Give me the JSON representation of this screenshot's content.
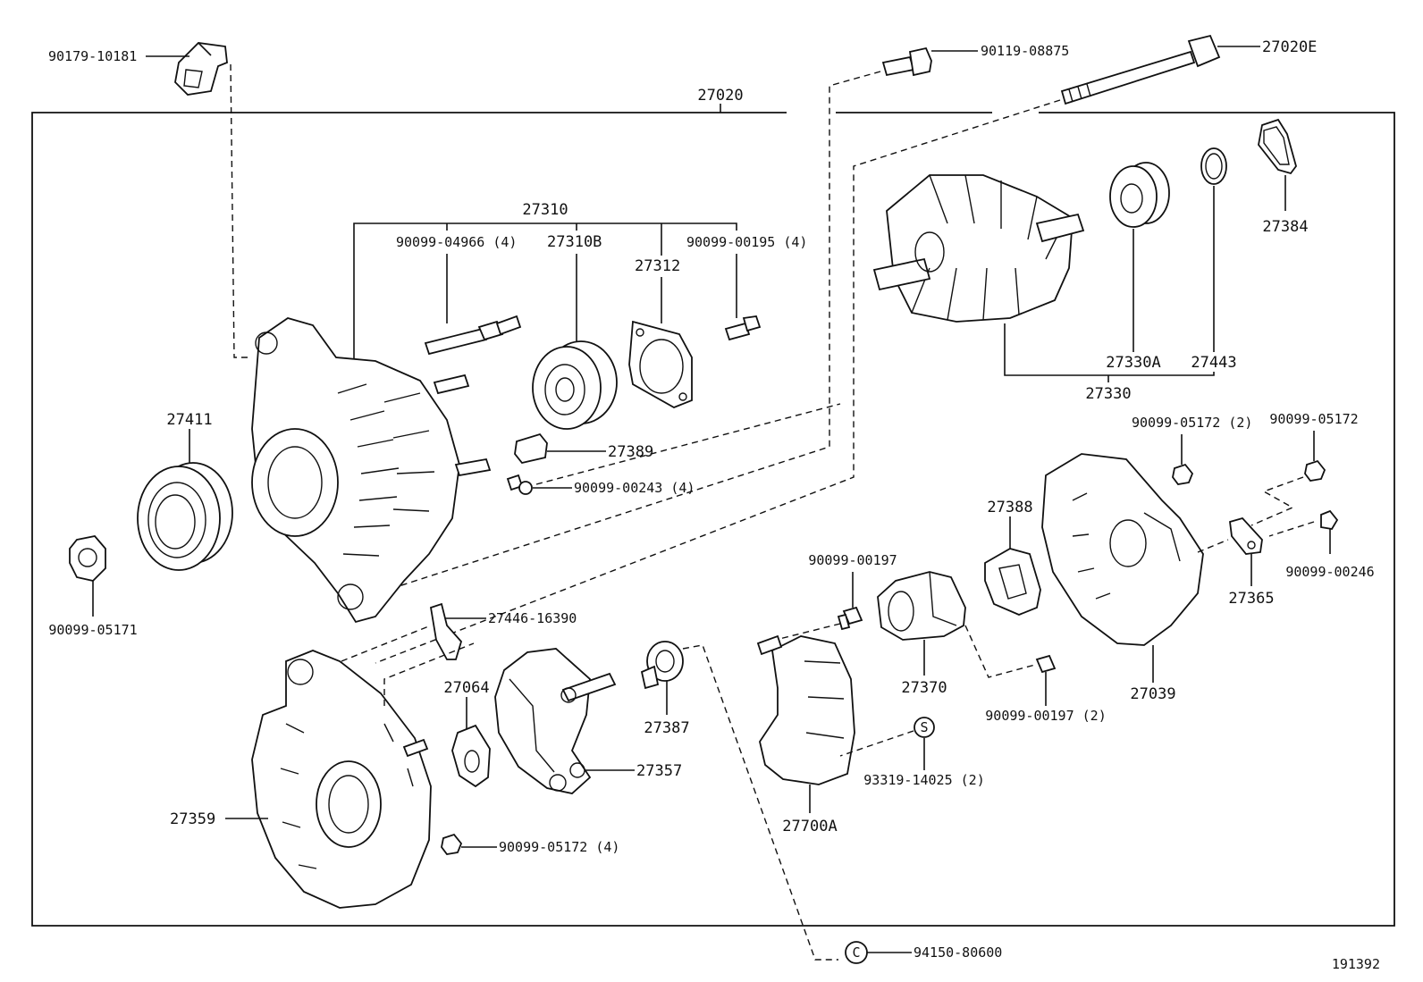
{
  "diagram": {
    "assembly_label": "27020",
    "figure_id": "191392",
    "callouts": {
      "bracket": "90179-10181",
      "bolt_top": "90119-08875",
      "thru_bolt": "27020E",
      "frame_group": "27310",
      "stud": "90099-04966 (4)",
      "bearing_front": "27310B",
      "retainer": "27312",
      "screw_front": "90099-00195 (4)",
      "rotor_group": "27330",
      "bearing_rear": "27330A",
      "ring": "27443",
      "cover_ring": "27384",
      "pulley": "27411",
      "nut": "90099-05171",
      "insulator": "27389",
      "screw_a": "90099-00243 (4)",
      "nut_rear_2": "90099-05172 (2)",
      "nut_rear": "90099-05172",
      "plate": "27446-16390",
      "brush_holder": "27388",
      "screw_b": "90099-00197",
      "terminal_plate": "27365",
      "screw_c": "90099-00246",
      "washer": "27064",
      "bushing": "27387",
      "brush_holder_ass": "27370",
      "rear_cover": "27039",
      "screw_d": "90099-00197 (2)",
      "rectifier": "27357",
      "rear_frame": "27359",
      "nut_d": "90099-05172 (4)",
      "regulator": "27700A",
      "screw_e": "93319-14025 (2)",
      "clip": "94150-80600"
    }
  }
}
